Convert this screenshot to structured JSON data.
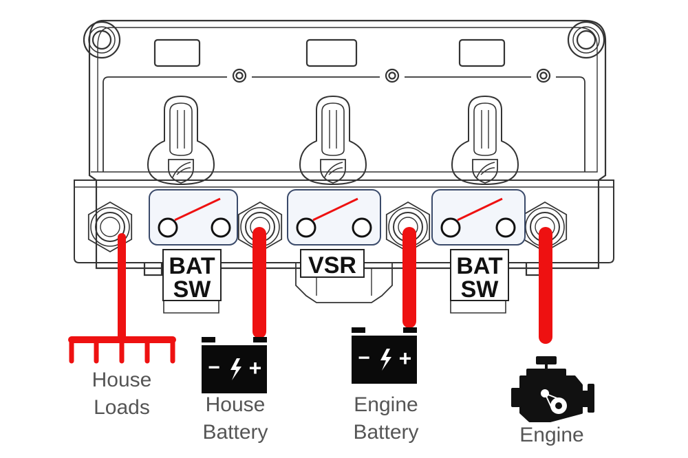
{
  "colors": {
    "wire": "#ee1111",
    "outline": "#333333",
    "label_text": "#555555",
    "battery_fill": "#0a0a0a",
    "switch_box_fill": "#f3f6fb",
    "switch_box_stroke": "#3a4a6a"
  },
  "switches": [
    {
      "line1": "BAT",
      "line2": "SW"
    },
    {
      "line1": "VSR",
      "line2": ""
    },
    {
      "line1": "BAT",
      "line2": "SW"
    }
  ],
  "labels": {
    "house_loads": {
      "line1": "House",
      "line2": "Loads"
    },
    "house_battery": {
      "line1": "House",
      "line2": "Battery"
    },
    "engine_battery": {
      "line1": "Engine",
      "line2": "Battery"
    },
    "engine": {
      "line1": "Engine"
    }
  },
  "icons": {
    "battery_symbols": {
      "minus": "−",
      "plus": "+"
    },
    "engine": "engine-icon",
    "loads": "loads-comb-icon",
    "knob": "rotary-knob-icon",
    "logo": "leaf-shield-logo-icon"
  }
}
